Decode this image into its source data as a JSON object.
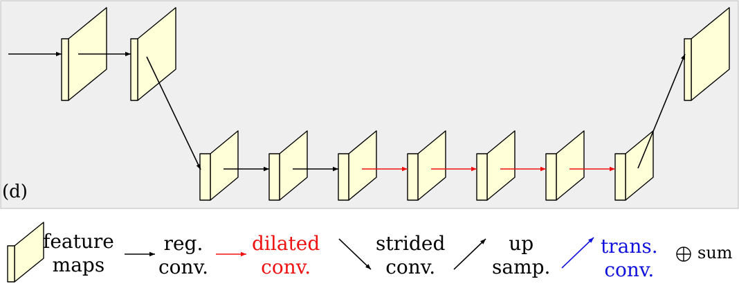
{
  "panel": {
    "label": "(d)"
  },
  "colors": {
    "panel_bg": "#efefef",
    "feature_map_fill": "#ffffd8",
    "stroke": "#000000",
    "dilated": "#ee1111",
    "transposed": "#1111dd"
  },
  "legend": {
    "feature_maps": [
      "feature",
      "maps"
    ],
    "reg_conv": [
      "reg.",
      "conv."
    ],
    "dilated_conv": [
      "dilated",
      "conv."
    ],
    "strided_conv": [
      "strided",
      "conv."
    ],
    "up_samp": [
      "up",
      "samp."
    ],
    "trans_conv": [
      "trans.",
      "conv."
    ],
    "sum": "sum",
    "sum_icon": "circle-plus-icon"
  }
}
